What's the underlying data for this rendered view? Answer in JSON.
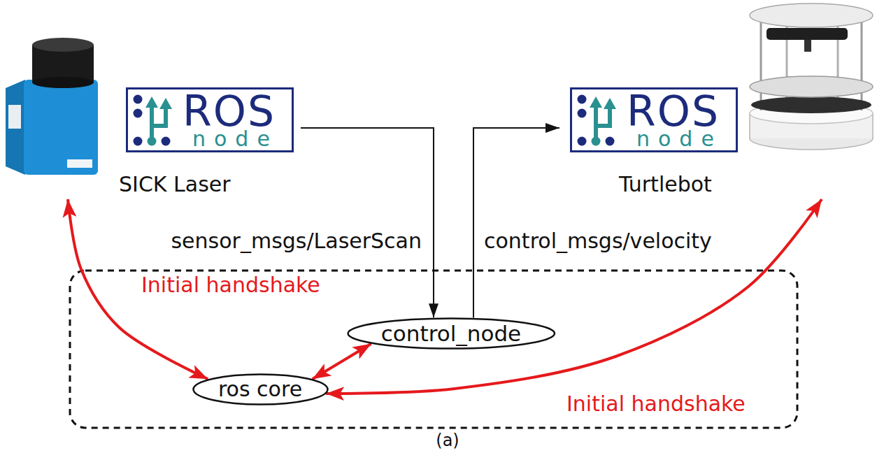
{
  "diagram": {
    "caption": "(a)",
    "nodes": [
      {
        "text": [
          "ROS",
          "node",
          "SICK Laser"
        ]
      },
      {
        "text": [
          "ROS",
          "node",
          "Turtlebot"
        ]
      },
      {
        "text": [
          "control_node"
        ]
      },
      {
        "text": [
          "ros core"
        ]
      }
    ],
    "edges": [
      {
        "from": 0,
        "to": 2,
        "label": "sensor_msgs/LaserScan",
        "arrow": "to"
      },
      {
        "from": 2,
        "to": 1,
        "label": "control_msgs/velocity",
        "arrow": "to"
      },
      {
        "from": 0,
        "to": 3,
        "label": "Initial handshake",
        "arrow": "both"
      },
      {
        "from": 2,
        "to": 3,
        "arrow": "both"
      },
      {
        "from": 1,
        "to": 3,
        "label": "Initial handshake",
        "arrow": "both"
      }
    ]
  }
}
